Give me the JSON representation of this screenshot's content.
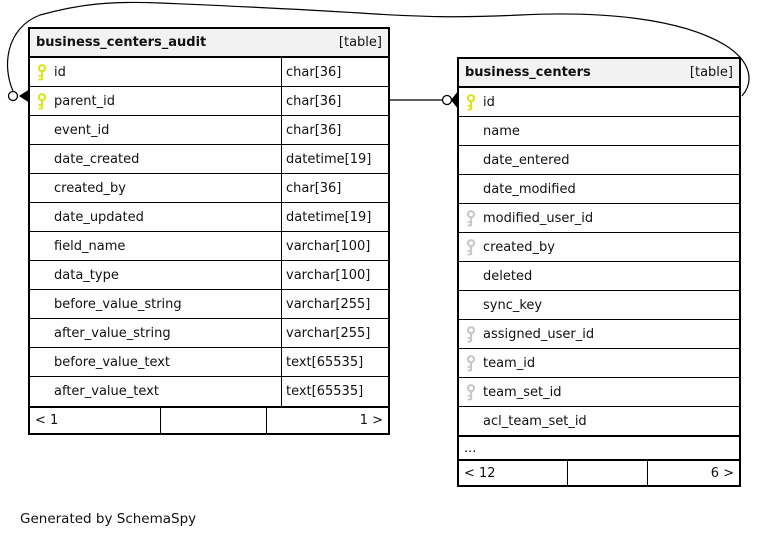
{
  "diagram": {
    "generator_note": "Generated by SchemaSpy",
    "colors": {
      "primary_key": "#dde41c",
      "indexed_key": "#c8c8c8",
      "header_bg": "#f2f2f2",
      "border": "#000000"
    },
    "relationships": [
      {
        "from_table": "business_centers_audit",
        "from_column": "parent_id",
        "to_table": "business_centers",
        "to_column": "id"
      }
    ],
    "tables": [
      {
        "name": "business_centers_audit",
        "tag": "[table]",
        "columns": [
          {
            "name": "id",
            "type": "char[36]",
            "key": "primary"
          },
          {
            "name": "parent_id",
            "type": "char[36]",
            "key": "primary"
          },
          {
            "name": "event_id",
            "type": "char[36]",
            "key": "none"
          },
          {
            "name": "date_created",
            "type": "datetime[19]",
            "key": "none"
          },
          {
            "name": "created_by",
            "type": "char[36]",
            "key": "none"
          },
          {
            "name": "date_updated",
            "type": "datetime[19]",
            "key": "none"
          },
          {
            "name": "field_name",
            "type": "varchar[100]",
            "key": "none"
          },
          {
            "name": "data_type",
            "type": "varchar[100]",
            "key": "none"
          },
          {
            "name": "before_value_string",
            "type": "varchar[255]",
            "key": "none"
          },
          {
            "name": "after_value_string",
            "type": "varchar[255]",
            "key": "none"
          },
          {
            "name": "before_value_text",
            "type": "text[65535]",
            "key": "none"
          },
          {
            "name": "after_value_text",
            "type": "text[65535]",
            "key": "none"
          }
        ],
        "footer": {
          "left": "< 1",
          "middle": "",
          "right": "1 >"
        }
      },
      {
        "name": "business_centers",
        "tag": "[table]",
        "columns": [
          {
            "name": "id",
            "key": "primary"
          },
          {
            "name": "name",
            "key": "none"
          },
          {
            "name": "date_entered",
            "key": "none"
          },
          {
            "name": "date_modified",
            "key": "none"
          },
          {
            "name": "modified_user_id",
            "key": "index"
          },
          {
            "name": "created_by",
            "key": "index"
          },
          {
            "name": "deleted",
            "key": "none"
          },
          {
            "name": "sync_key",
            "key": "none"
          },
          {
            "name": "assigned_user_id",
            "key": "index"
          },
          {
            "name": "team_id",
            "key": "index"
          },
          {
            "name": "team_set_id",
            "key": "index"
          },
          {
            "name": "acl_team_set_id",
            "key": "none"
          }
        ],
        "ellipsis": "...",
        "footer": {
          "left": "< 12",
          "middle": "",
          "right": "6 >"
        }
      }
    ]
  }
}
